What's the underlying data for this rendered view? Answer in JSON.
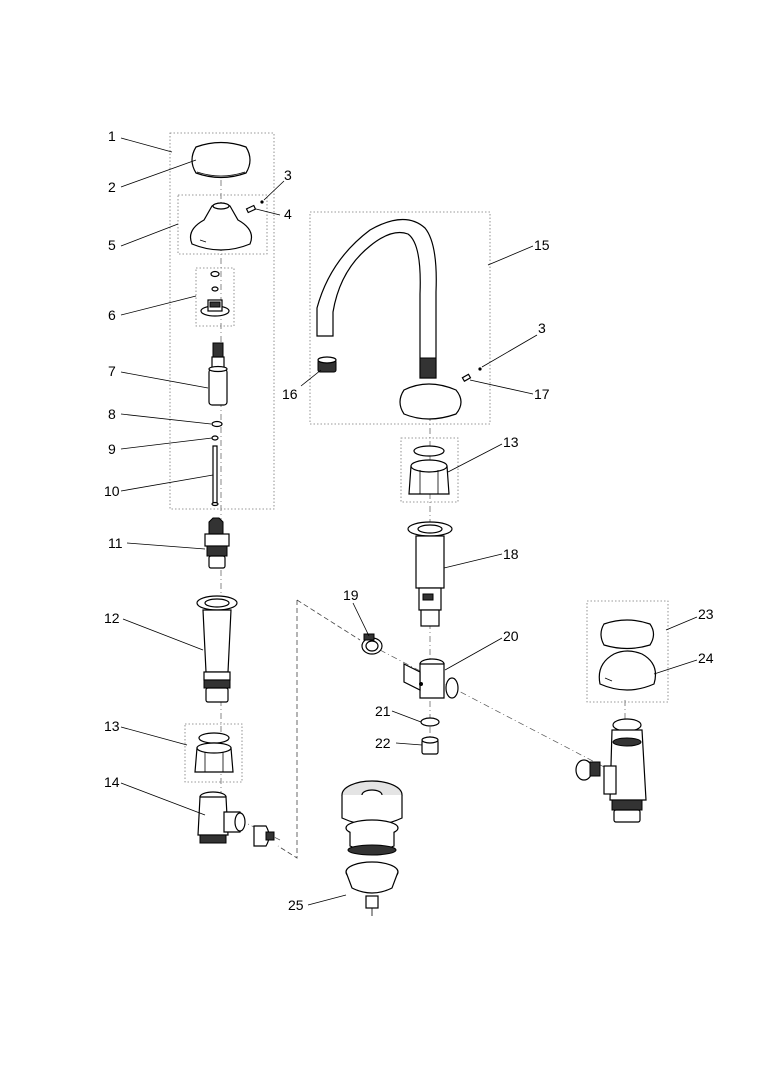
{
  "callouts": {
    "c1": "1",
    "c2": "2",
    "c3a": "3",
    "c4": "4",
    "c5": "5",
    "c6": "6",
    "c7": "7",
    "c8": "8",
    "c9": "9",
    "c10": "10",
    "c11": "11",
    "c12": "12",
    "c13a": "13",
    "c14": "14",
    "c15": "15",
    "c3b": "3",
    "c16": "16",
    "c17": "17",
    "c13b": "13",
    "c18": "18",
    "c19": "19",
    "c20": "20",
    "c21": "21",
    "c22": "22",
    "c23": "23",
    "c24": "24",
    "c25": "25"
  }
}
